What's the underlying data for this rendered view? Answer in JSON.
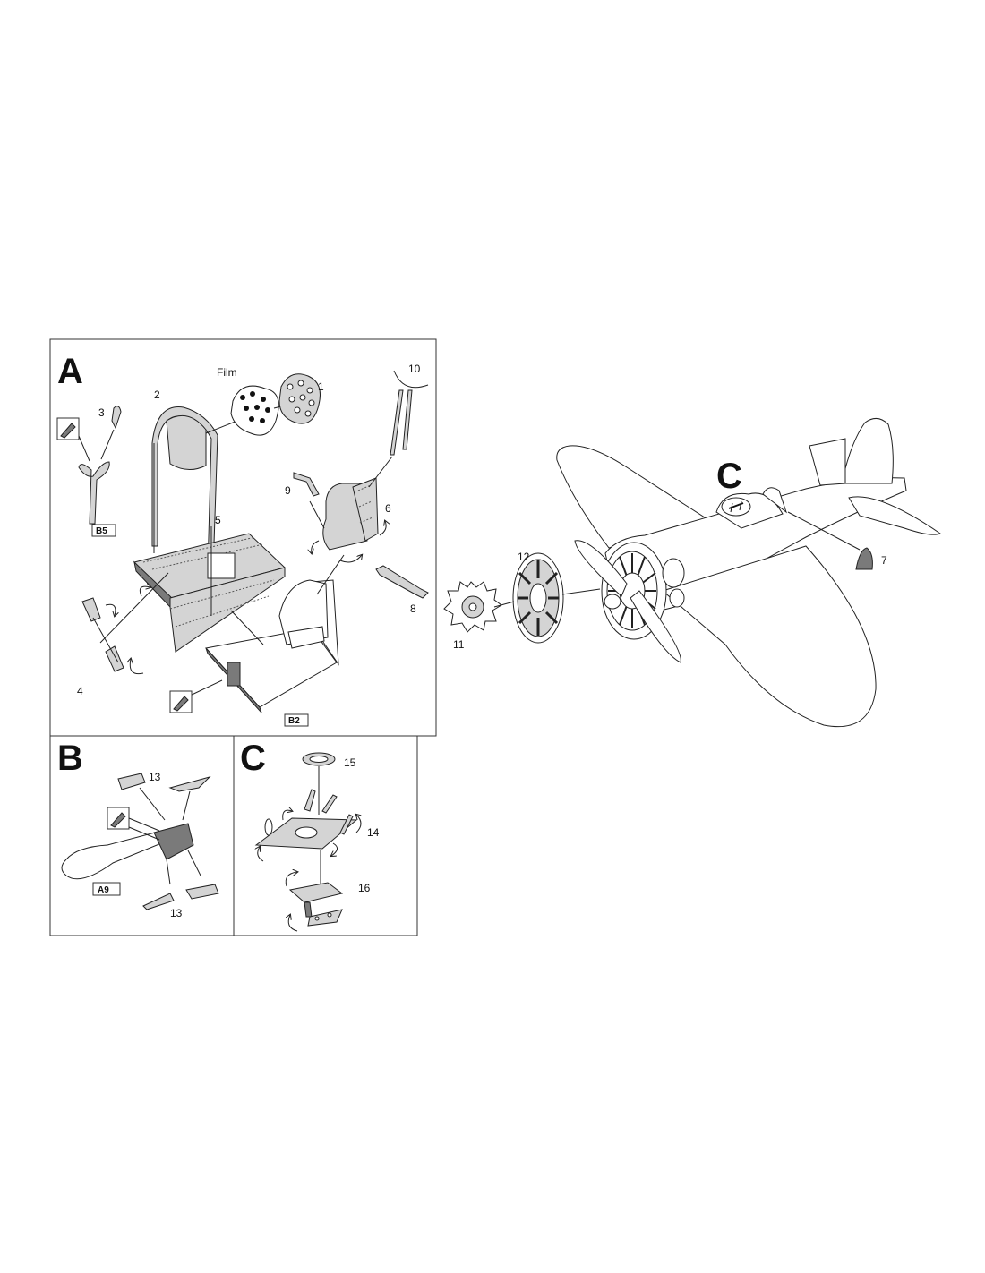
{
  "panels": {
    "a": {
      "letter": "A",
      "film_label": "Film",
      "part_numbers": [
        "1",
        "2",
        "3",
        "4",
        "5",
        "6",
        "8",
        "9",
        "10"
      ],
      "kit_tags": [
        "B5",
        "B2"
      ]
    },
    "b": {
      "letter": "B",
      "part_numbers": [
        "13",
        "13"
      ],
      "kit_tags": [
        "A9"
      ]
    },
    "c": {
      "letter": "C",
      "part_numbers": [
        "15",
        "14",
        "16"
      ]
    }
  },
  "aircraft": {
    "callout_letter": "C",
    "part_numbers": [
      "7",
      "11",
      "12"
    ]
  },
  "icons": [
    "knife-cut-icon",
    "fold-arrow-icon"
  ]
}
